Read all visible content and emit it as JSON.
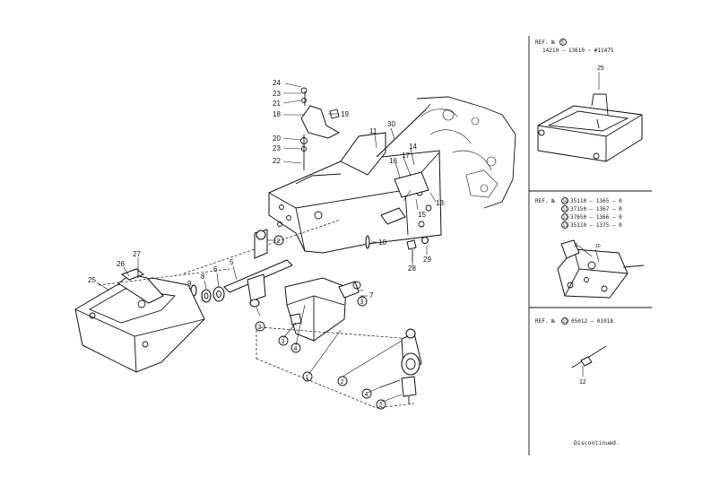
{
  "side_panels": {
    "panel1": {
      "ref_line": "REF. №",
      "ref_circle": "5",
      "ref_detail": "14210 – 13610  ~ #11475",
      "part_label": "25"
    },
    "panel2": {
      "ref_line": "REF. №",
      "rows": [
        {
          "num": "10",
          "code": "35110 – 1365 – 0"
        },
        {
          "num": "11",
          "code": "37150 – 1367 – 0"
        },
        {
          "num": "12",
          "code": "37650 – 1366 – 0"
        },
        {
          "num": "13",
          "code": "35110 – 1375 – 0"
        }
      ]
    },
    "panel3": {
      "ref_line": "REF. №",
      "ref_circle": "12",
      "ref_code": "05012 – 01018",
      "part_label": "12",
      "note": "Discontinued."
    }
  },
  "callouts": {
    "c24": "24",
    "c23a": "23",
    "c21": "21",
    "c18": "18",
    "c19": "19",
    "c30": "30",
    "c11": "11",
    "c20": "20",
    "c23b": "23",
    "c22": "22",
    "c14": "14",
    "c16": "16",
    "c17": "17",
    "c13": "13",
    "c15": "15",
    "c10": "10",
    "c28": "28",
    "c29": "29",
    "c27": "27",
    "c26": "26",
    "c25": "25",
    "c9": "9",
    "c8": "8",
    "c6": "6",
    "c5": "5",
    "c7": "7",
    "c2a": "2",
    "c3a": "3",
    "c3b": "3",
    "c4": "4",
    "c2b": "2",
    "c1": "1",
    "c2c": "2",
    "c4b": "4",
    "c2d": "2"
  }
}
